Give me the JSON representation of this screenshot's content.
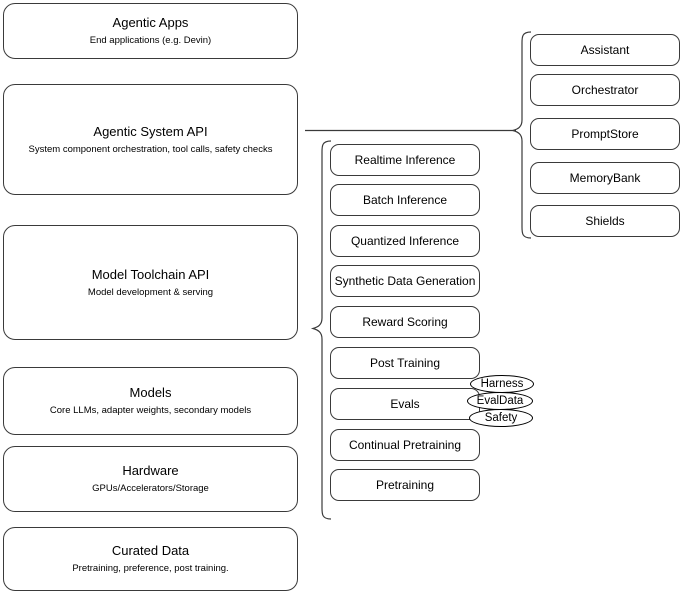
{
  "diagram": {
    "title": "Agentic stack layers",
    "accent_color": "#3a3a3a",
    "background_color": "#ffffff"
  },
  "layers": [
    {
      "id": "agentic-apps",
      "title": "Agentic Apps",
      "subtitle": "End applications (e.g. Devin)"
    },
    {
      "id": "agentic-system-api",
      "title": "Agentic System API",
      "subtitle": "System component orchestration, tool calls, safety checks"
    },
    {
      "id": "model-toolchain-api",
      "title": "Model Toolchain API",
      "subtitle": "Model development & serving"
    },
    {
      "id": "models",
      "title": "Models",
      "subtitle": "Core LLMs, adapter weights, secondary models"
    },
    {
      "id": "hardware",
      "title": "Hardware",
      "subtitle": "GPUs/Accelerators/Storage"
    },
    {
      "id": "curated-data",
      "title": "Curated Data",
      "subtitle": "Pretraining, preference, post training."
    }
  ],
  "toolchain_components": [
    {
      "id": "realtime-inference",
      "label": "Realtime Inference"
    },
    {
      "id": "batch-inference",
      "label": "Batch Inference"
    },
    {
      "id": "quantized-inference",
      "label": "Quantized Inference"
    },
    {
      "id": "synthetic-data-generation",
      "label": "Synthetic Data Generation"
    },
    {
      "id": "reward-scoring",
      "label": "Reward Scoring"
    },
    {
      "id": "post-training",
      "label": "Post Training"
    },
    {
      "id": "evals",
      "label": "Evals"
    },
    {
      "id": "continual-pretraining",
      "label": "Continual Pretraining"
    },
    {
      "id": "pretraining",
      "label": "Pretraining"
    }
  ],
  "evals_tags": [
    {
      "id": "harness",
      "label": "Harness"
    },
    {
      "id": "evaldata",
      "label": "EvalData"
    },
    {
      "id": "safety",
      "label": "Safety"
    }
  ],
  "system_components": [
    {
      "id": "assistant",
      "label": "Assistant"
    },
    {
      "id": "orchestrator",
      "label": "Orchestrator"
    },
    {
      "id": "promptstore",
      "label": "PromptStore"
    },
    {
      "id": "memorybank",
      "label": "MemoryBank"
    },
    {
      "id": "shields",
      "label": "Shields"
    }
  ]
}
